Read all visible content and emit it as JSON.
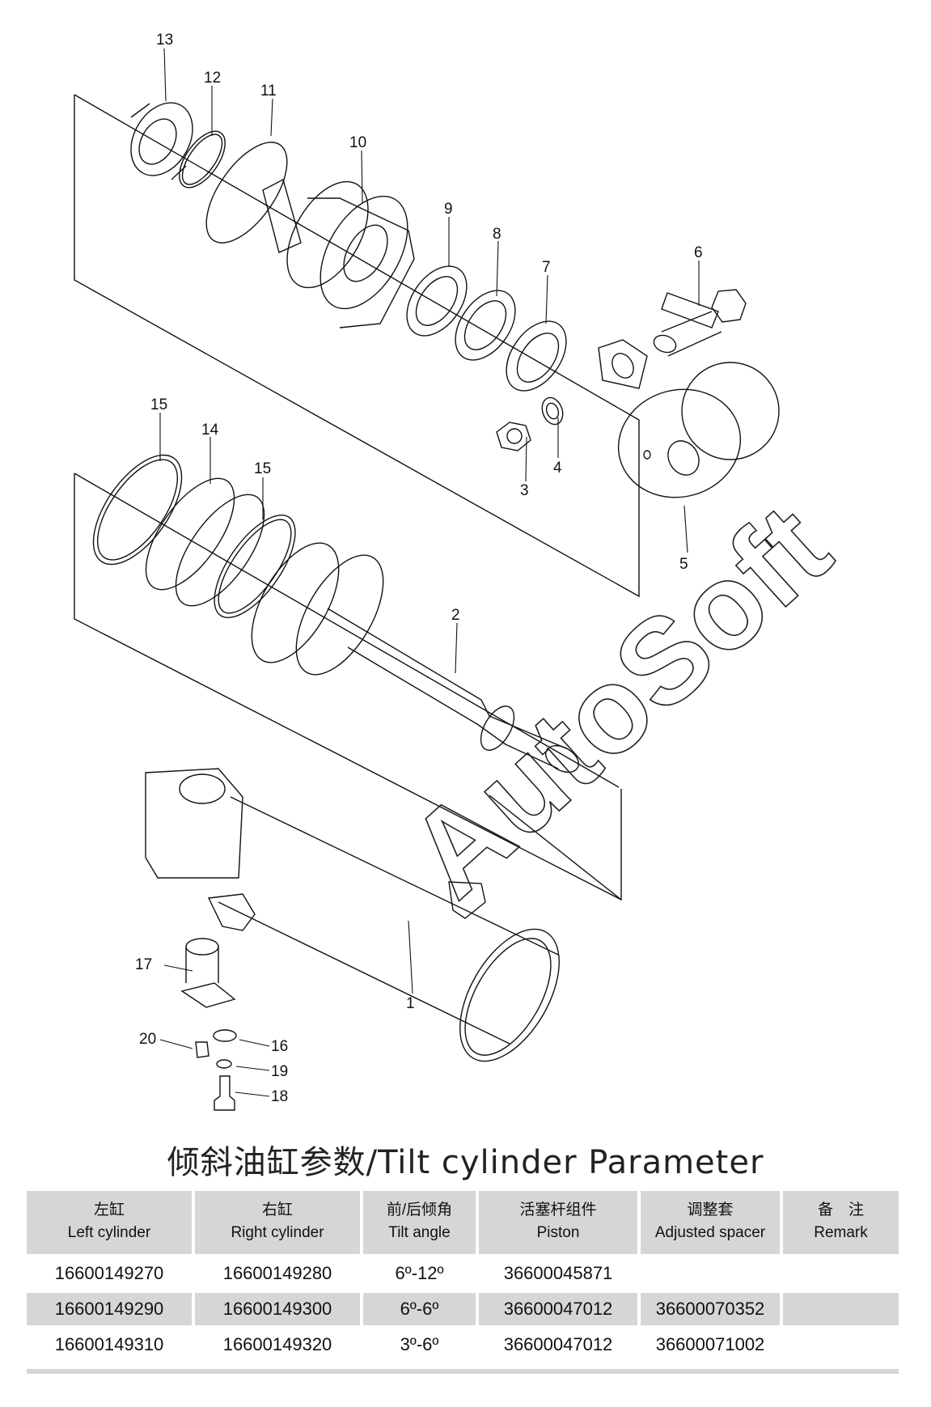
{
  "diagram": {
    "callouts": [
      "13",
      "12",
      "11",
      "10",
      "9",
      "8",
      "7",
      "6",
      "3",
      "4",
      "5",
      "15",
      "14",
      "15",
      "2",
      "17",
      "20",
      "16",
      "19",
      "18",
      "1"
    ],
    "watermark": "AutoSoft"
  },
  "title": "倾斜油缸参数/Tilt cylinder Parameter",
  "table": {
    "headers": [
      {
        "zh": "左缸",
        "en": "Left cylinder"
      },
      {
        "zh": "右缸",
        "en": "Right cylinder"
      },
      {
        "zh": "前/后倾角",
        "en": "Tilt angle"
      },
      {
        "zh": "活塞杆组件",
        "en": "Piston"
      },
      {
        "zh": "调整套",
        "en": "Adjusted spacer"
      },
      {
        "zh": "备　注",
        "en": "Remark"
      }
    ],
    "rows": [
      [
        "16600149270",
        "16600149280",
        "6º-12º",
        "36600045871",
        "",
        ""
      ],
      [
        "16600149290",
        "16600149300",
        "6º-6º",
        "36600047012",
        "36600070352",
        ""
      ],
      [
        "16600149310",
        "16600149320",
        "3º-6º",
        "36600047012",
        "36600071002",
        ""
      ]
    ]
  }
}
